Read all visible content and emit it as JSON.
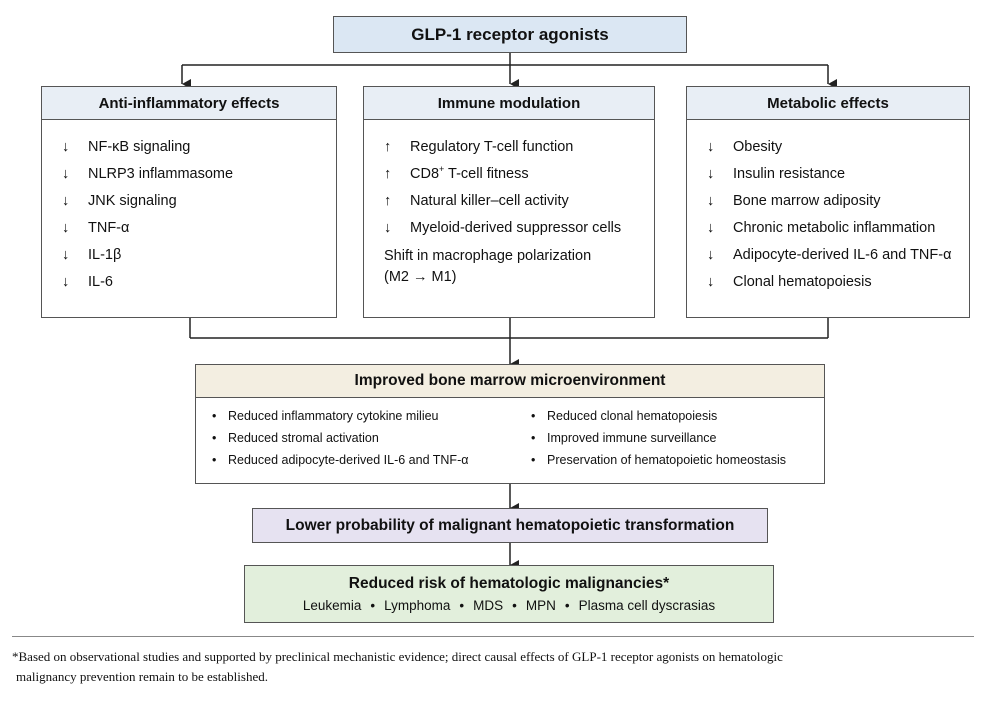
{
  "top": {
    "title": "GLP-1 receptor agonists"
  },
  "columns": [
    {
      "title": "Anti-inflammatory effects",
      "items": [
        {
          "arrow": "↓",
          "text": "NF-κB signaling"
        },
        {
          "arrow": "↓",
          "text": "NLRP3 inflammasome"
        },
        {
          "arrow": "↓",
          "text": "JNK signaling"
        },
        {
          "arrow": "↓",
          "text": "TNF-α"
        },
        {
          "arrow": "↓",
          "text": "IL-1β"
        },
        {
          "arrow": "↓",
          "text": "IL-6"
        }
      ]
    },
    {
      "title": "Immune modulation",
      "items": [
        {
          "arrow": "↑",
          "text": "Regulatory T-cell function"
        },
        {
          "arrow": "↑",
          "text_pre": "CD8",
          "sup": "+",
          "text_post": " T-cell fitness"
        },
        {
          "arrow": "↑",
          "text": "Natural killer–cell activity"
        },
        {
          "arrow": "↓",
          "text": "Myeloid-derived suppressor cells"
        }
      ],
      "note_line1": "Shift in macrophage polarization",
      "note_line2": "(M2 → M1)"
    },
    {
      "title": "Metabolic effects",
      "items": [
        {
          "arrow": "↓",
          "text": "Obesity"
        },
        {
          "arrow": "↓",
          "text": "Insulin resistance"
        },
        {
          "arrow": "↓",
          "text": "Bone marrow adiposity"
        },
        {
          "arrow": "↓",
          "text": "Chronic metabolic inflammation"
        },
        {
          "arrow": "↓",
          "text": "Adipocyte-derived IL-6 and TNF-α"
        },
        {
          "arrow": "↓",
          "text": "Clonal hematopoiesis"
        }
      ]
    }
  ],
  "bone_marrow": {
    "title": "Improved bone marrow microenvironment",
    "left": [
      "Reduced inflammatory cytokine milieu",
      "Reduced stromal activation",
      "Reduced adipocyte-derived IL-6 and TNF-α"
    ],
    "right": [
      "Reduced clonal hematopoiesis",
      "Improved immune surveillance",
      "Preservation of hematopoietic homeostasis"
    ]
  },
  "transformation": {
    "title": "Lower probability of malignant hematopoietic transformation"
  },
  "risk": {
    "title": "Reduced risk of hematologic malignancies*",
    "items": [
      "Leukemia",
      "Lymphoma",
      "MDS",
      "MPN",
      "Plasma cell dyscrasias"
    ]
  },
  "footnote": {
    "line1": "*Based on observational studies and supported by preclinical mechanistic evidence; direct causal effects of GLP-1 receptor agonists on hematologic",
    "line2": "malignancy prevention remain to be established."
  }
}
